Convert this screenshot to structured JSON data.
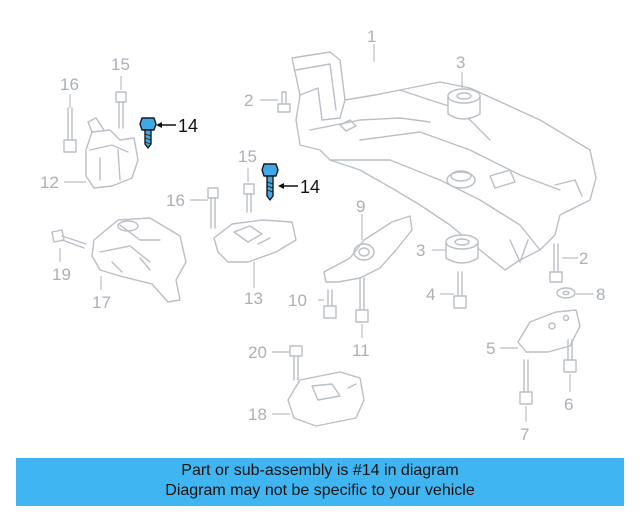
{
  "diagram": {
    "callouts": [
      {
        "id": "1",
        "label": "1",
        "highlighted": false
      },
      {
        "id": "2a",
        "label": "2",
        "highlighted": false
      },
      {
        "id": "2b",
        "label": "2",
        "highlighted": false
      },
      {
        "id": "3a",
        "label": "3",
        "highlighted": false
      },
      {
        "id": "3b",
        "label": "3",
        "highlighted": false
      },
      {
        "id": "4",
        "label": "4",
        "highlighted": false
      },
      {
        "id": "5",
        "label": "5",
        "highlighted": false
      },
      {
        "id": "6",
        "label": "6",
        "highlighted": false
      },
      {
        "id": "7",
        "label": "7",
        "highlighted": false
      },
      {
        "id": "8",
        "label": "8",
        "highlighted": false
      },
      {
        "id": "9",
        "label": "9",
        "highlighted": false
      },
      {
        "id": "10",
        "label": "10",
        "highlighted": false
      },
      {
        "id": "11",
        "label": "11",
        "highlighted": false
      },
      {
        "id": "12",
        "label": "12",
        "highlighted": false
      },
      {
        "id": "13",
        "label": "13",
        "highlighted": false
      },
      {
        "id": "14a",
        "label": "14",
        "highlighted": true
      },
      {
        "id": "14b",
        "label": "14",
        "highlighted": true
      },
      {
        "id": "15a",
        "label": "15",
        "highlighted": false
      },
      {
        "id": "15b",
        "label": "15",
        "highlighted": false
      },
      {
        "id": "16a",
        "label": "16",
        "highlighted": false
      },
      {
        "id": "16b",
        "label": "16",
        "highlighted": false
      },
      {
        "id": "17",
        "label": "17",
        "highlighted": false
      },
      {
        "id": "18",
        "label": "18",
        "highlighted": false
      },
      {
        "id": "19",
        "label": "19",
        "highlighted": false
      },
      {
        "id": "20",
        "label": "20",
        "highlighted": false
      }
    ],
    "highlight_color": "#3ea9e6",
    "faded_color": "#b9bfc6"
  },
  "banner": {
    "line1": "Part or sub-assembly is #14 in diagram",
    "line2": "Diagram may not be specific to your vehicle",
    "background": "#3fb6f2"
  }
}
